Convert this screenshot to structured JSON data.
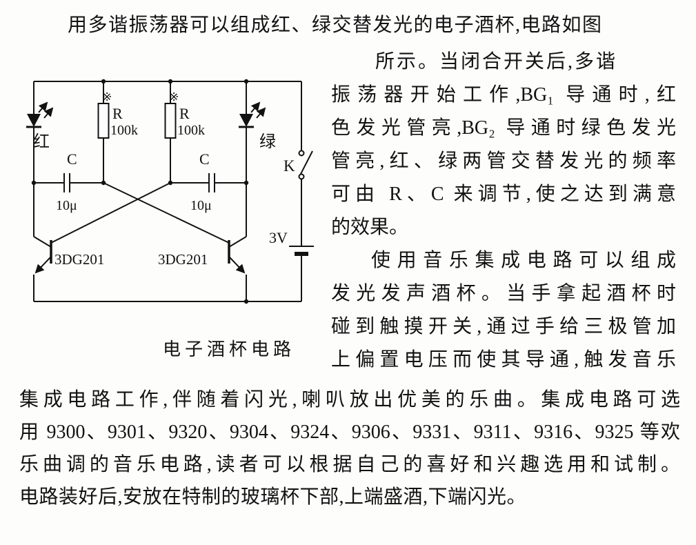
{
  "page": {
    "intro_line": "用多谐振荡器可以组成红、绿交替发光的电子酒杯,电路如图",
    "right_column_lines": [
      "所示。当闭合开关后,多谐",
      "振荡器开始工作,BG₁ 导通时,红",
      "色发光管亮,BG₂ 导通时绿色发光",
      "管亮,红、绿两管交替发光的频率",
      "可由 R、C 来调节,使之达到满意",
      "的效果。",
      "使用音乐集成电路可以组成",
      "发光发声酒杯。当手拿起酒杯时",
      "碰到触摸开关,通过手给三极管加",
      "上偏置电压而使其导通,触发音乐"
    ],
    "bottom_lines": [
      "集成电路工作,伴随着闪光,喇叭放出优美的乐曲。集成电路可选",
      "用 9300、9301、9320、9304、9324、9306、9331、9311、9316、9325 等欢",
      "乐曲调的音乐电路,读者可以根据自己的喜好和兴趣选用和试制。",
      "电路装好后,安放在特制的玻璃杯下部,上端盛酒,下端闪光。"
    ]
  },
  "circuit": {
    "caption": "电子酒杯电路",
    "led_left_label": "红",
    "led_right_label": "绿",
    "resistor_star": "※",
    "resistor_name": "R",
    "resistor_value": "100k",
    "capacitor_name": "C",
    "capacitor_value": "10μ",
    "transistor_left": "3DG201",
    "transistor_right": "3DG201",
    "switch_label": "K",
    "battery_label": "3V",
    "ink_color": "#121212"
  }
}
